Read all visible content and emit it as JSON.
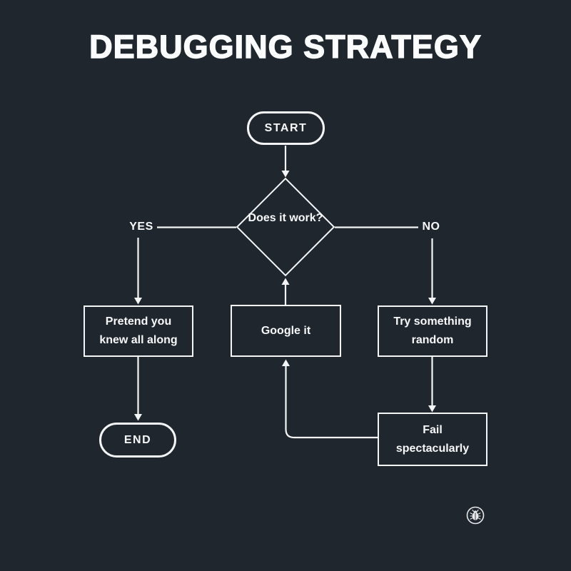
{
  "theme": {
    "background": "#20262e",
    "line_color": "#f4f5f6",
    "text_color": "#f7f8f9"
  },
  "title": "DEBUGGING STRATEGY",
  "flowchart": {
    "nodes": {
      "start": {
        "type": "terminal",
        "label": "START"
      },
      "decision": {
        "type": "decision",
        "label": "Does it work?"
      },
      "pretend": {
        "type": "process",
        "label": "Pretend you knew all along"
      },
      "google": {
        "type": "process",
        "label": "Google it"
      },
      "try_random": {
        "type": "process",
        "label": "Try something random"
      },
      "fail": {
        "type": "process",
        "label": "Fail spectacularly"
      },
      "end": {
        "type": "terminal",
        "label": "END"
      }
    },
    "edges": [
      {
        "from": "start",
        "to": "decision",
        "label": ""
      },
      {
        "from": "decision",
        "to": "pretend",
        "label": "YES"
      },
      {
        "from": "decision",
        "to": "try_random",
        "label": "NO"
      },
      {
        "from": "google",
        "to": "decision",
        "label": ""
      },
      {
        "from": "pretend",
        "to": "end",
        "label": ""
      },
      {
        "from": "try_random",
        "to": "fail",
        "label": ""
      },
      {
        "from": "fail",
        "to": "google",
        "label": ""
      }
    ]
  },
  "icons": {
    "footer_logo": "bug-icon"
  }
}
